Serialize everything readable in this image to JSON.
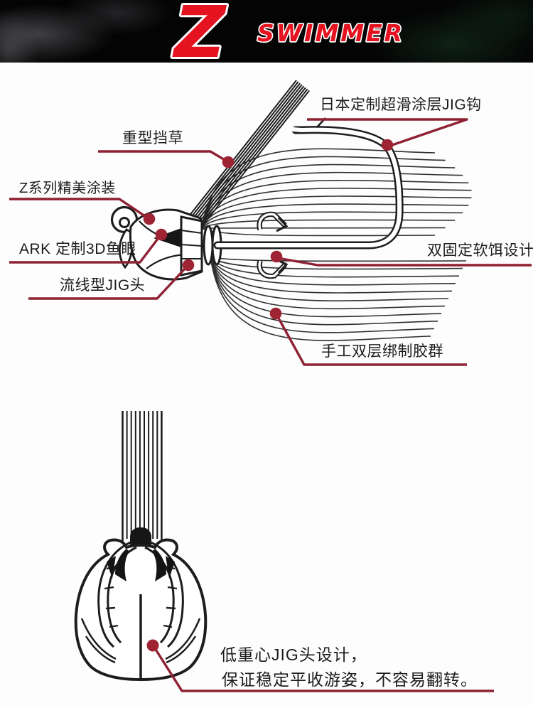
{
  "brand": {
    "z": "Z",
    "name": "SWIMMER"
  },
  "colors": {
    "banner_background": "#040404",
    "logo_red": "#e4131f",
    "logo_outline": "#ffffff",
    "callout_line": "#8e2133",
    "callout_dot": "#9e2434",
    "line_art": "#1d1d1d",
    "page_background": "#fdfdfd"
  },
  "main_diagram": {
    "labels": {
      "hook_coating": "日本定制超滑涂层JIG钩",
      "weed_guard": "重型挡草",
      "paint": "Z系列精美涂装",
      "eye": "ARK 定制3D鱼眼",
      "head": "流线型JIG头",
      "bait_keeper": "双固定软饵设计",
      "skirt": "手工双层绑制胶群"
    }
  },
  "bottom_diagram": {
    "caption_line1": "低重心JIG头设计，",
    "caption_line2": "保证稳定平收游姿，不容易翻转。"
  }
}
